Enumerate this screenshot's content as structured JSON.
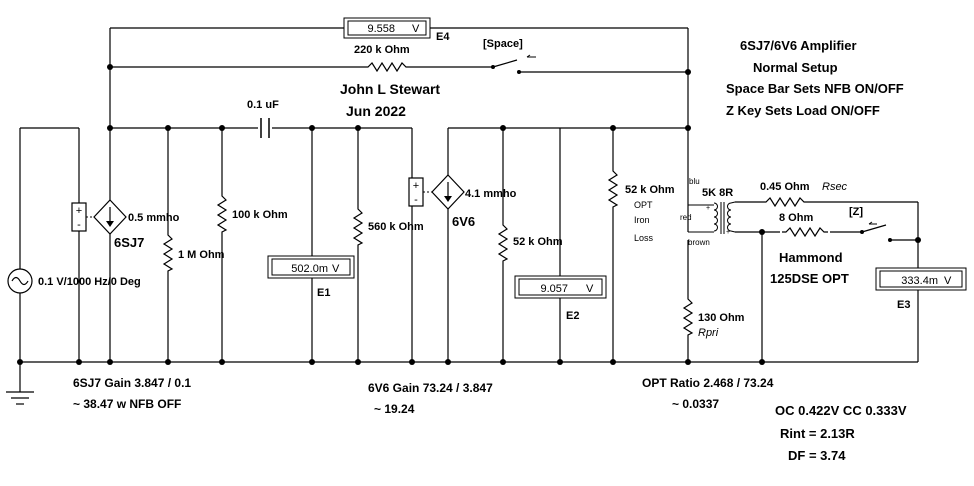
{
  "title": {
    "line1": "6SJ7/6V6 Amplifier",
    "line2": "Normal Setup",
    "line3": "Space Bar Sets NFB ON/OFF",
    "line4": "Z Key Sets Load ON/OFF"
  },
  "author": {
    "name": "John L Stewart",
    "date": "Jun 2022"
  },
  "source": {
    "label": "0.1 V/1000 Hz/0 Deg"
  },
  "stage1": {
    "tube": "6SJ7",
    "gm": "0.5 mmho",
    "r_grid": "1 M Ohm",
    "r_load": "100 k Ohm",
    "gain_line1": "6SJ7 Gain 3.847 / 0.1",
    "gain_line2": "~ 38.47 w NFB OFF"
  },
  "coupling": {
    "cap": "0.1 uF",
    "r_grid2": "560 k Ohm"
  },
  "stage2": {
    "tube": "6V6",
    "gm": "4.1 mmho",
    "r_load": "52 k Ohm",
    "gain_line1": "6V6 Gain 73.24 / 3.847",
    "gain_line2": "~ 19.24"
  },
  "opt": {
    "iron_r": "52 k Ohm",
    "iron_label": "OPT",
    "iron_label2": "Iron",
    "iron_label3": "Loss",
    "rpri": "130  Ohm",
    "rpri_name": "Rpri",
    "rsec": "0.45  Ohm",
    "rsec_name": "Rsec",
    "load": "8  Ohm",
    "ratio": "5K 8R",
    "wire_blu": "blu",
    "wire_red": "red",
    "wire_brown": "brown",
    "maker": "Hammond",
    "model": "125DSE OPT",
    "ratio_line1": "OPT Ratio 2.468 / 73.24",
    "ratio_line2": "~ 0.0337"
  },
  "feedback": {
    "resistor": "220 k Ohm",
    "key": "[Space]"
  },
  "load_switch": {
    "key": "[Z]"
  },
  "meters": {
    "e1": {
      "value": "502.0m",
      "unit": "V",
      "label": "E1"
    },
    "e2": {
      "value": "9.057",
      "unit": "V",
      "label": "E2"
    },
    "e3": {
      "value": "333.4m",
      "unit": "V",
      "label": "E3"
    },
    "e4": {
      "value": "9.558",
      "unit": "V",
      "label": "E4"
    }
  },
  "results": {
    "oc_cc": "OC 0.422V  CC 0.333V",
    "rint": "Rint = 2.13R",
    "df": "DF = 3.74"
  }
}
